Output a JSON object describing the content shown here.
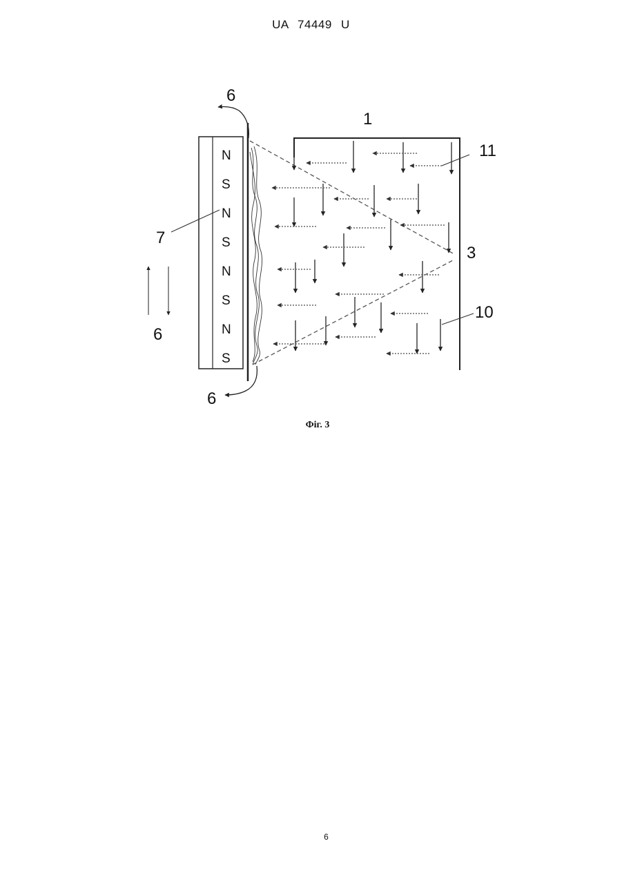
{
  "header": {
    "text": "UA   74449   U"
  },
  "figure": {
    "poles": [
      "N",
      "S",
      "N",
      "S",
      "N",
      "S",
      "N",
      "S"
    ],
    "labels": {
      "screen": "1",
      "spray_cone": "3",
      "fibre_top": "6",
      "fibre_bottom": "6",
      "motion": "6",
      "magnet": "7",
      "droplets": "10",
      "flow": "11"
    }
  },
  "caption": {
    "text": "Фіг. 3"
  },
  "footer": {
    "page_number": "6"
  }
}
